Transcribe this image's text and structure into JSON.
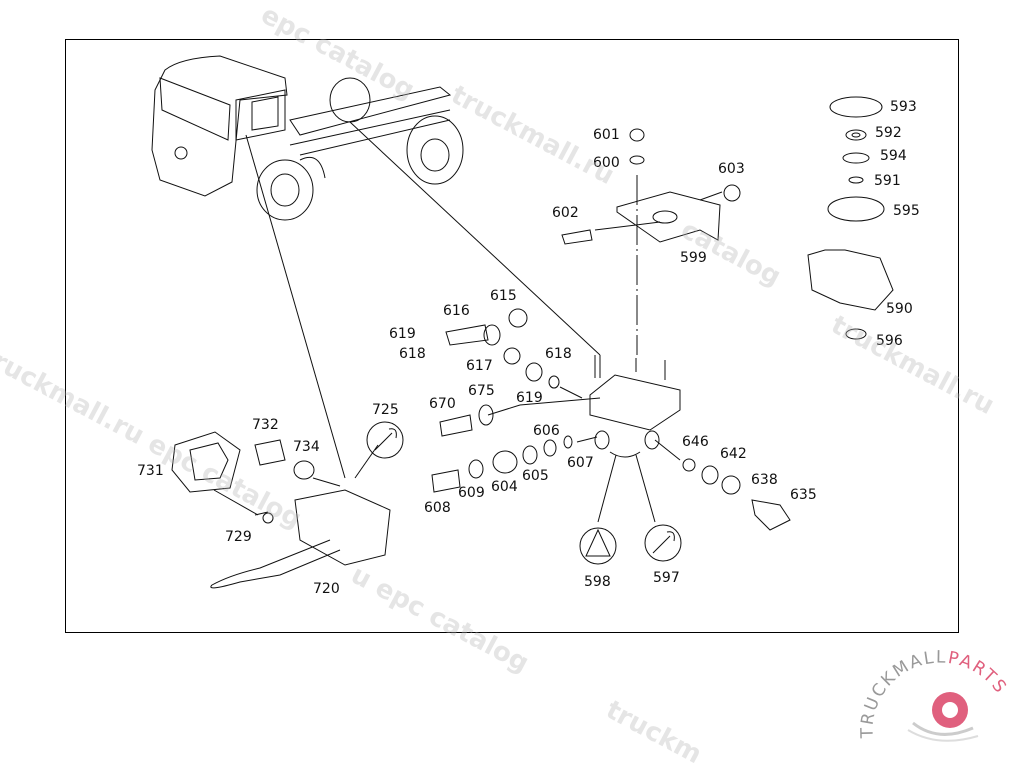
{
  "diagram": {
    "title": "Brake valve assembly - truck chassis",
    "labels": [
      {
        "id": "593",
        "text": "593"
      },
      {
        "id": "592",
        "text": "592"
      },
      {
        "id": "594",
        "text": "594"
      },
      {
        "id": "591",
        "text": "591"
      },
      {
        "id": "595",
        "text": "595"
      },
      {
        "id": "590",
        "text": "590"
      },
      {
        "id": "596",
        "text": "596"
      },
      {
        "id": "601",
        "text": "601"
      },
      {
        "id": "600",
        "text": "600"
      },
      {
        "id": "603",
        "text": "603"
      },
      {
        "id": "602",
        "text": "602"
      },
      {
        "id": "599",
        "text": "599"
      },
      {
        "id": "615",
        "text": "615"
      },
      {
        "id": "616",
        "text": "616"
      },
      {
        "id": "619a",
        "text": "619"
      },
      {
        "id": "618a",
        "text": "618"
      },
      {
        "id": "617",
        "text": "617"
      },
      {
        "id": "618b",
        "text": "618"
      },
      {
        "id": "670",
        "text": "670"
      },
      {
        "id": "675",
        "text": "675"
      },
      {
        "id": "619b",
        "text": "619"
      },
      {
        "id": "606",
        "text": "606"
      },
      {
        "id": "607",
        "text": "607"
      },
      {
        "id": "605",
        "text": "605"
      },
      {
        "id": "604",
        "text": "604"
      },
      {
        "id": "609",
        "text": "609"
      },
      {
        "id": "608",
        "text": "608"
      },
      {
        "id": "646",
        "text": "646"
      },
      {
        "id": "642",
        "text": "642"
      },
      {
        "id": "638",
        "text": "638"
      },
      {
        "id": "635",
        "text": "635"
      },
      {
        "id": "598",
        "text": "598"
      },
      {
        "id": "597",
        "text": "597"
      },
      {
        "id": "725",
        "text": "725"
      },
      {
        "id": "732",
        "text": "732"
      },
      {
        "id": "734",
        "text": "734"
      },
      {
        "id": "731",
        "text": "731"
      },
      {
        "id": "729",
        "text": "729"
      },
      {
        "id": "720",
        "text": "720"
      }
    ]
  },
  "watermarks": [
    "epc catalog",
    "truckmall.ru",
    "catalog",
    "truckmall.ru epc catalog",
    "epc catalog",
    "truckmall.ru",
    "u epc catalog",
    "truckm"
  ],
  "logo": {
    "text_dark": "TRUCKMALL",
    "text_accent": "PARTS",
    "accent_color": "#e0607e",
    "gray_color": "#999999"
  }
}
